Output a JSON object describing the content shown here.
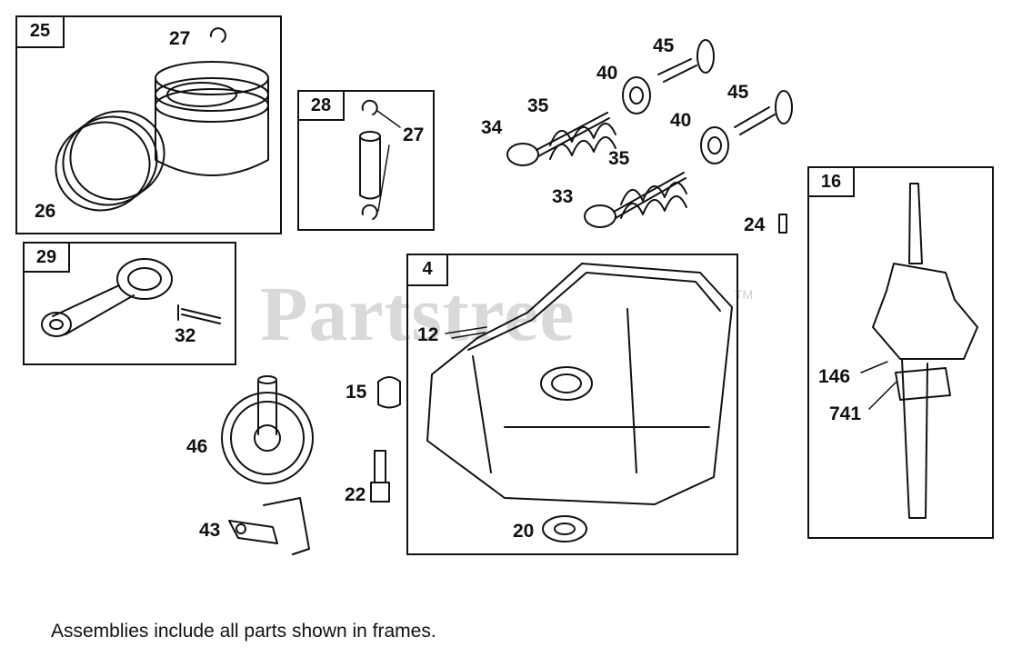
{
  "watermark": {
    "text": "Partstree",
    "trademark": "TM"
  },
  "caption": "Assemblies include all parts shown in frames.",
  "frames": {
    "f25": "25",
    "f28": "28",
    "f29": "29",
    "f4": "4",
    "f16": "16"
  },
  "callouts": {
    "c27a": "27",
    "c26": "26",
    "c27b": "27",
    "c32": "32",
    "c45a": "45",
    "c40a": "40",
    "c45b": "45",
    "c40b": "40",
    "c35a": "35",
    "c34": "34",
    "c35b": "35",
    "c33": "33",
    "c24": "24",
    "c12": "12",
    "c15": "15",
    "c46": "46",
    "c22": "22",
    "c43": "43",
    "c20": "20",
    "c146": "146",
    "c741": "741"
  },
  "colors": {
    "line": "#111111",
    "watermark": "#d9d9d9",
    "background": "#ffffff"
  }
}
